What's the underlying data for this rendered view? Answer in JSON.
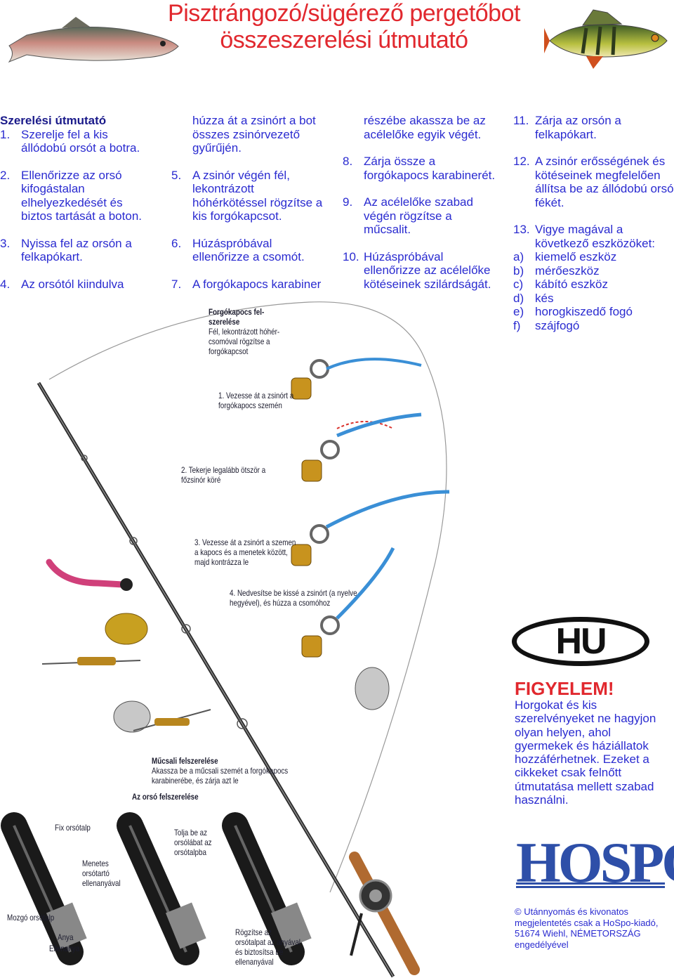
{
  "title": {
    "line1": "Pisztrángozó/sügérező pergetőbot",
    "line2": "összeszerelési útmutató"
  },
  "instructions": {
    "heading": "Szerelési útmutató",
    "col1": [
      {
        "n": "1.",
        "t": "Szerelje fel a kis állódobú orsót a botra."
      },
      {
        "n": "2.",
        "t": "Ellenőrizze az orsó kifogástalan elhelyezkedését és biztos tartását a boton."
      },
      {
        "n": "3.",
        "t": "Nyissa fel az orsón a felkapókart."
      },
      {
        "n": "4.",
        "t": "Az orsótól kiindulva"
      }
    ],
    "col2_cont": "húzza át a zsinórt a bot összes zsinórvezető gyűrűjén.",
    "col2": [
      {
        "n": "5.",
        "t": "A zsinór végén fél, lekontrázott hóhérkötéssel rögzítse a kis forgókapcsot."
      },
      {
        "n": "6.",
        "t": "Húzáspróbával ellenőrizze a csomót."
      },
      {
        "n": "7.",
        "t": "A forgókapocs karabiner"
      }
    ],
    "col3_cont": "részébe akassza be az acélelőke egyik végét.",
    "col3": [
      {
        "n": "8.",
        "t": "Zárja össze a forgókapocs karabinerét."
      },
      {
        "n": "9.",
        "t": "Az acélelőke szabad végén rögzítse a műcsalit."
      },
      {
        "n": "10.",
        "t": "Húzáspróbával ellenőrizze az acélelőke kötéseinek szilárdságát."
      }
    ],
    "col4": [
      {
        "n": "11.",
        "t": "Zárja az orsón a felkapókart."
      },
      {
        "n": "12.",
        "t": "A zsinór erősségének és kötéseinek megfelelően állítsa be az állódobú orsó fékét."
      },
      {
        "n": "13.",
        "t": "Vigye magával a következő eszközöket:"
      }
    ],
    "tools": [
      {
        "n": "a)",
        "t": "kiemelő eszköz"
      },
      {
        "n": "b)",
        "t": "mérőeszköz"
      },
      {
        "n": "c)",
        "t": "kábító eszköz"
      },
      {
        "n": "d)",
        "t": "kés"
      },
      {
        "n": "e)",
        "t": "horogkiszedő fogó"
      },
      {
        "n": "f)",
        "t": "szájfogó"
      }
    ]
  },
  "captions": {
    "swivel_title": "Forgókapocs fel-",
    "swivel_title2": "szerelése",
    "swivel_desc": "Fél, lekontrázott hóhér-",
    "swivel_desc2": "csomóval rögzítse a",
    "swivel_desc3": "forgókapcsot",
    "step1a": "1. Vezesse át a zsinórt a",
    "step1b": "forgókapocs szemén",
    "step2a": "2. Tekerje legalább ötször a",
    "step2b": "főzsinór köré",
    "step3a": "3. Vezesse át a zsinórt a szemen",
    "step3b": "a kapocs és a menetek között,",
    "step3c": "majd kontrázza le",
    "step4a": "4. Nedvesítse be kissé a zsinórt (a nyelve",
    "step4b": "hegyével), és húzza a csomóhoz",
    "lure_title": "Műcsali felszerelése",
    "lure_desc": "Akassza be a műcsali szemét a forgókapocs",
    "lure_desc2": "karabinerébe, és zárja azt le",
    "reel_title": "Az orsó felszerelése",
    "fix": "Fix orsótalp",
    "menetes1": "Menetes",
    "menetes2": "orsótartó",
    "menetes3": "ellenanyával",
    "tolja1": "Tolja be az",
    "tolja2": "orsólábat az",
    "tolja3": "orsótalpba",
    "mozgo": "Mozgó orsótalp",
    "anya": "Anya",
    "ellenanya": "Ellenanya",
    "rogz1": "Rögzítse az",
    "rogz2": "orsótalpat az anyával",
    "rogz3": "és biztosítsa be",
    "rogz4": "ellenanyával"
  },
  "badge": "HU",
  "warning": {
    "title": "FIGYELEM!",
    "text": "Horgokat és kis szerelvényeket ne hagyjon olyan helyen, ahol gyermekek és háziállatok hozzáférhetnek. Ezeket a cikkeket csak felnőtt útmutatása mellett szabad használni."
  },
  "logo": "HOSPO",
  "copyright": "© Utánnyomás és kivonatos megjelentetés csak a HoSpo-kiadó, 51674 Wiehl, NÉMETORSZÁG engedélyével",
  "colors": {
    "title_red": "#e1282e",
    "text_blue": "#2a2bd0",
    "line_blue": "#3a8fd6",
    "logo_blue": "#2e4fa8"
  }
}
